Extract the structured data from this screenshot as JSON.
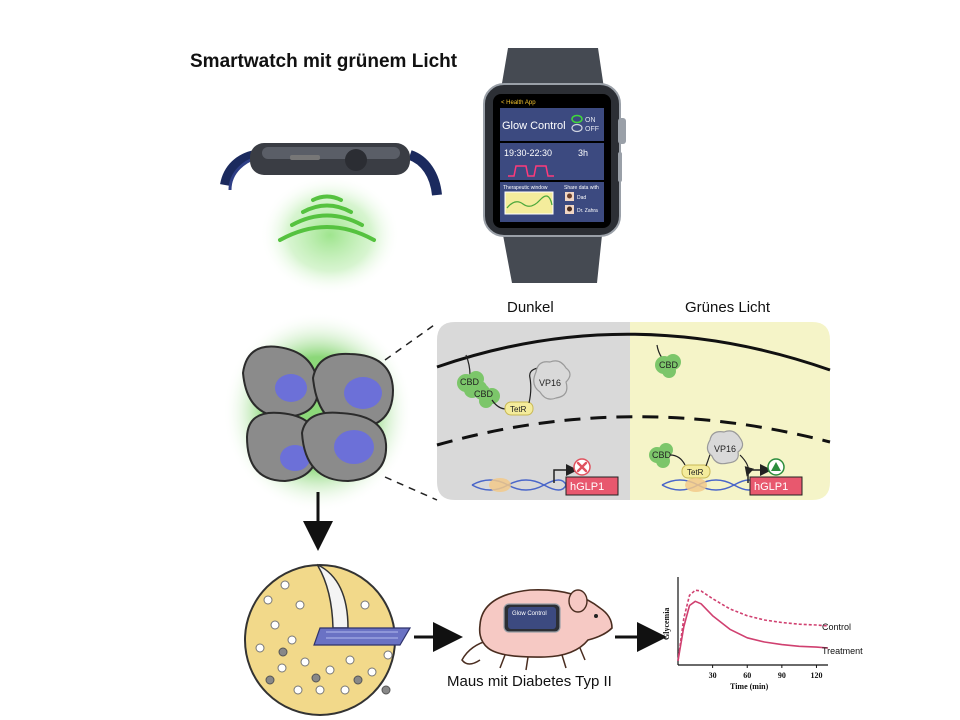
{
  "figure": {
    "title": "Smartwatch mit grünem Licht"
  },
  "watch_app": {
    "back_label": "< Health App",
    "title": "Glow Control",
    "toggle_on": "ON",
    "toggle_off": "OFF",
    "time_range": "19:30-22:30",
    "duration": "3h",
    "therapeutic_window_label": "Therapeutic window",
    "share_label": "Share data with",
    "contacts": [
      "Dad",
      "Dr. Zahra"
    ]
  },
  "panels": {
    "dark": {
      "heading": "Dunkel",
      "labels": {
        "cbd": "CBD",
        "vp16": "VP16",
        "tetr": "TetR",
        "gene": "hGLP1"
      },
      "state": "blocked"
    },
    "light": {
      "heading": "Grünes Licht",
      "labels": {
        "cbd_released": "CBD",
        "cbd": "CBD",
        "vp16": "VP16",
        "tetr": "TetR",
        "gene": "hGLP1"
      },
      "state": "expressed"
    }
  },
  "mouse": {
    "device_label": "Glow Control",
    "caption": "Maus mit Diabetes Typ II"
  },
  "chart_data": {
    "type": "line",
    "ylabel": "Glycemia",
    "xlabel": "Time (min)",
    "xticks": [
      30,
      60,
      90,
      120
    ],
    "xlim": [
      0,
      130
    ],
    "ylim": [
      0,
      1
    ],
    "series": [
      {
        "name": "Control",
        "style": "dashed",
        "color": "#d04070",
        "x": [
          0,
          5,
          10,
          15,
          20,
          30,
          45,
          60,
          75,
          90,
          105,
          120,
          130
        ],
        "y": [
          0.05,
          0.55,
          0.82,
          0.88,
          0.87,
          0.78,
          0.66,
          0.58,
          0.53,
          0.5,
          0.48,
          0.47,
          0.46
        ]
      },
      {
        "name": "Treatment",
        "style": "solid",
        "color": "#d04070",
        "x": [
          0,
          5,
          10,
          15,
          20,
          30,
          45,
          60,
          75,
          90,
          105,
          120,
          130
        ],
        "y": [
          0.05,
          0.45,
          0.7,
          0.75,
          0.72,
          0.58,
          0.42,
          0.32,
          0.27,
          0.24,
          0.22,
          0.21,
          0.2
        ]
      }
    ]
  },
  "colors": {
    "cbd": "#7cc66a",
    "tetr": "#f4ec9c",
    "vp16": "#d9d9d9",
    "gene_box": "#e8586e",
    "panel_dark": "#d9d9d9",
    "panel_light": "#f5f4c8",
    "glow": "#6ccf5a",
    "cell_nucleus": "#6c70d8",
    "screen": "#3c4a80"
  }
}
